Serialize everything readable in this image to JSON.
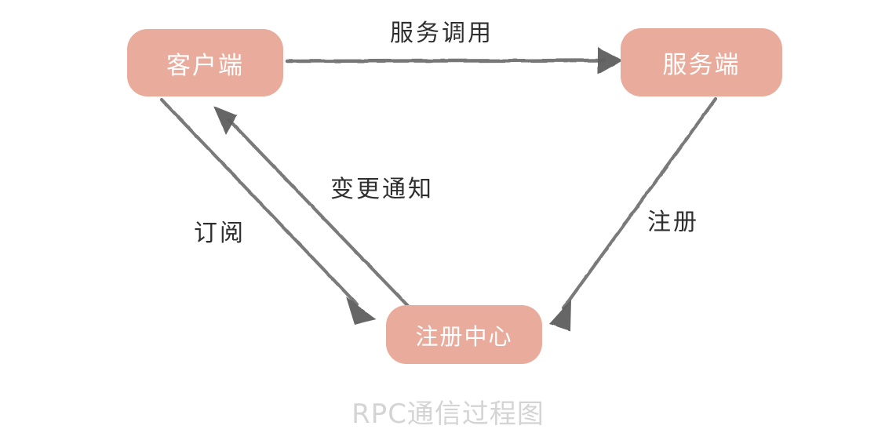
{
  "diagram": {
    "caption": "RPC通信过程图",
    "colors": {
      "node_fill": "#E9AB9B",
      "node_text": "#FFFFFF",
      "arrow": "#6B6B6B",
      "label_text": "#2E2E2E",
      "caption_text": "#D4D4D4",
      "background": "#FFFFFF"
    },
    "nodes": [
      {
        "id": "client",
        "label": "客户端"
      },
      {
        "id": "server",
        "label": "服务端"
      },
      {
        "id": "registry",
        "label": "注册中心"
      }
    ],
    "edges": [
      {
        "id": "invoke",
        "label": "服务调用",
        "from": "客户端",
        "to": "服务端"
      },
      {
        "id": "subscribe",
        "label": "订阅",
        "from": "客户端",
        "to": "注册中心"
      },
      {
        "id": "notify",
        "label": "变更通知",
        "from": "注册中心",
        "to": "客户端"
      },
      {
        "id": "register",
        "label": "注册",
        "from": "服务端",
        "to": "注册中心"
      }
    ]
  }
}
